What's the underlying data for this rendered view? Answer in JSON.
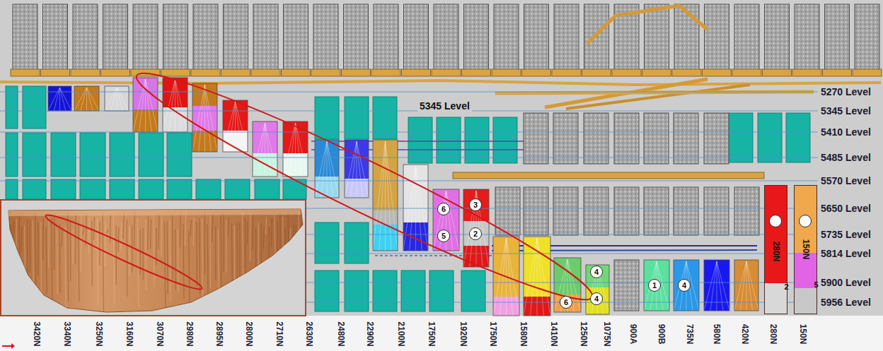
{
  "diagram": {
    "nodes": [
      {
        "text": [
          "280N"
        ]
      },
      {
        "text": [
          "2"
        ],
        "in": 0
      },
      {
        "text": [
          "150N"
        ]
      },
      {
        "text": [
          "5"
        ],
        "in": 2
      },
      {
        "text": [
          "6"
        ]
      },
      {
        "text": [
          "3"
        ]
      },
      {
        "text": [
          "5"
        ]
      },
      {
        "text": [
          "2"
        ]
      },
      {
        "text": [
          "4"
        ]
      },
      {
        "text": [
          "1"
        ]
      },
      {
        "text": [
          "4"
        ]
      },
      {
        "text": [
          "4"
        ]
      },
      {
        "text": [
          "6"
        ]
      }
    ],
    "labels": [
      "5270 Level",
      "5345 Level",
      "5345 Level",
      "5410 Level",
      "5485 Level",
      "5570 Level",
      "5650 Level",
      "5735 Level",
      "5814 Level",
      "5900 Level",
      "5956 Level",
      "3420N",
      "3340N",
      "3250N",
      "3160N",
      "3070N",
      "2980N",
      "2895N",
      "2800N",
      "2710N",
      "2630N",
      "2480N",
      "2290N",
      "2100N",
      "1750N",
      "1920N",
      "1750N",
      "1580N",
      "1410N",
      "1250N",
      "1075N",
      "900A",
      "900B",
      "735N",
      "580N",
      "420N",
      "280N",
      "150N"
    ]
  }
}
